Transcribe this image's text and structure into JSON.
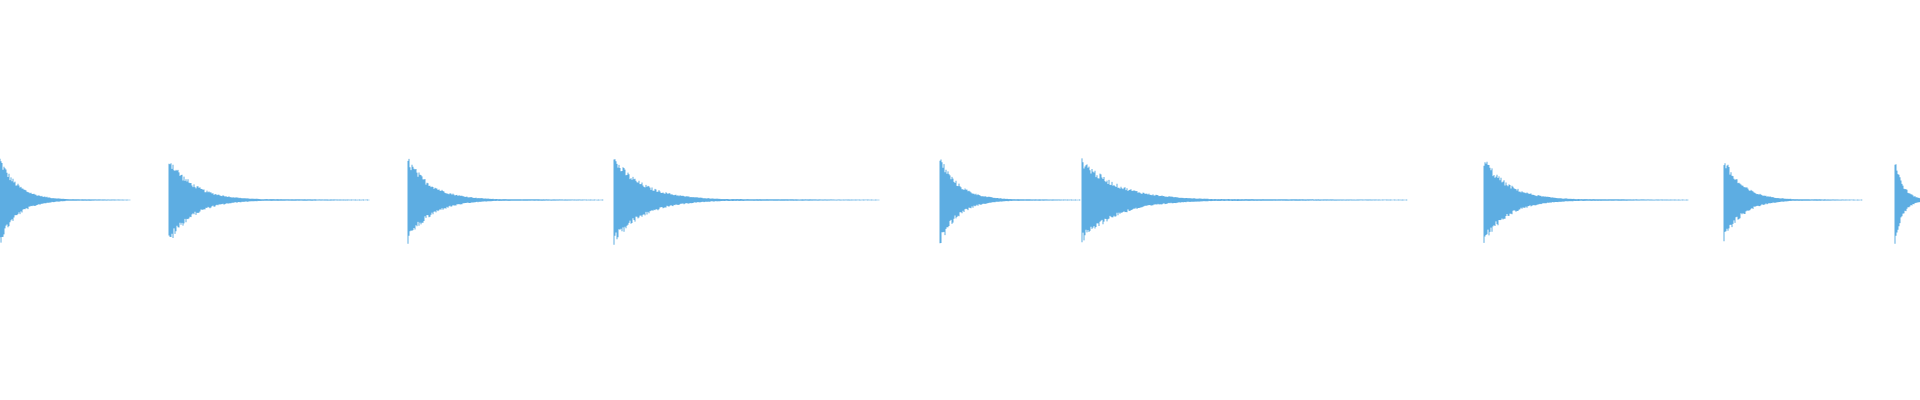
{
  "waveform": {
    "color": "#5dade2",
    "background": "#ffffff",
    "hits": [
      {
        "start_s": 0.0,
        "tail_s": 1.3,
        "amplitude": 0.98
      },
      {
        "start_s": 1.69,
        "tail_s": 2.0,
        "amplitude": 1.0
      },
      {
        "start_s": 4.08,
        "tail_s": 1.95,
        "amplitude": 0.96
      },
      {
        "start_s": 6.14,
        "tail_s": 2.65,
        "amplitude": 0.98
      },
      {
        "start_s": 9.4,
        "tail_s": 1.4,
        "amplitude": 1.0
      },
      {
        "start_s": 10.82,
        "tail_s": 3.25,
        "amplitude": 0.96
      },
      {
        "start_s": 14.84,
        "tail_s": 2.05,
        "amplitude": 0.98
      },
      {
        "start_s": 17.24,
        "tail_s": 1.38,
        "amplitude": 0.96
      },
      {
        "start_s": 18.95,
        "tail_s": 0.25,
        "amplitude": 0.96
      }
    ],
    "duration_s": 19.2
  }
}
